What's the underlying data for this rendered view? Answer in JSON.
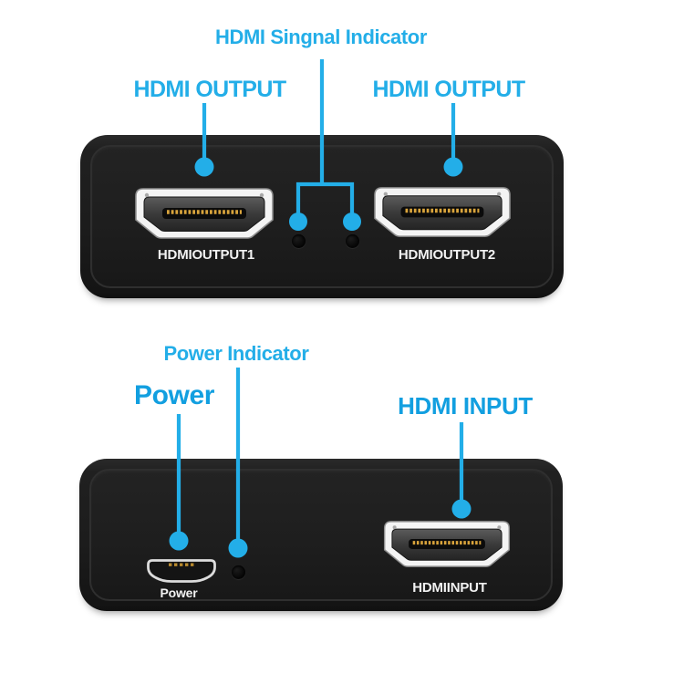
{
  "colors": {
    "accent_cyan": "#23AEE8",
    "accent_blue": "#129FE0",
    "device_black": "#1D1D1D",
    "port_bezel_white": "#F4F4F4",
    "pin_gold": "#D9A43C",
    "label_white": "#F2F2F2"
  },
  "callouts": {
    "signal_indicator": "HDMI Singnal Indicator",
    "output_left": "HDMI OUTPUT",
    "output_right": "HDMI OUTPUT",
    "power_indicator": "Power Indicator",
    "power": "Power",
    "hdmi_input": "HDMI INPUT"
  },
  "top_device": {
    "port1_label": "HDMIOUTPUT1",
    "port2_label": "HDMIOUTPUT2",
    "led_count": 2
  },
  "bottom_device": {
    "power_port_label": "Power",
    "input_port_label": "HDMIINPUT",
    "led_count": 1
  }
}
